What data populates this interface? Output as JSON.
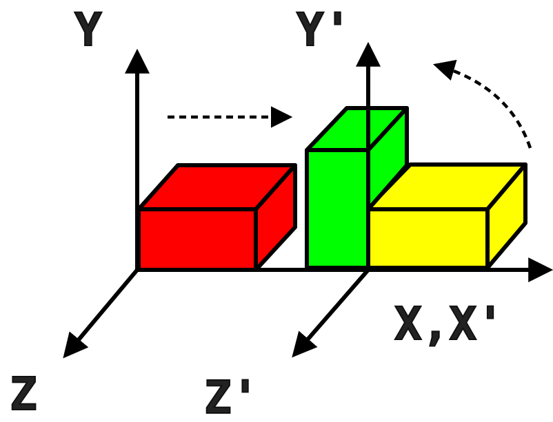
{
  "labels": {
    "y": "Y",
    "y_prime": "Y'",
    "x_x_prime": "X,X'",
    "z": "Z",
    "z_prime": "Z'"
  },
  "colors": {
    "red_box": "#ff0000",
    "green_box": "#00ff00",
    "yellow_box": "#ffff00",
    "lines": "#000000"
  }
}
